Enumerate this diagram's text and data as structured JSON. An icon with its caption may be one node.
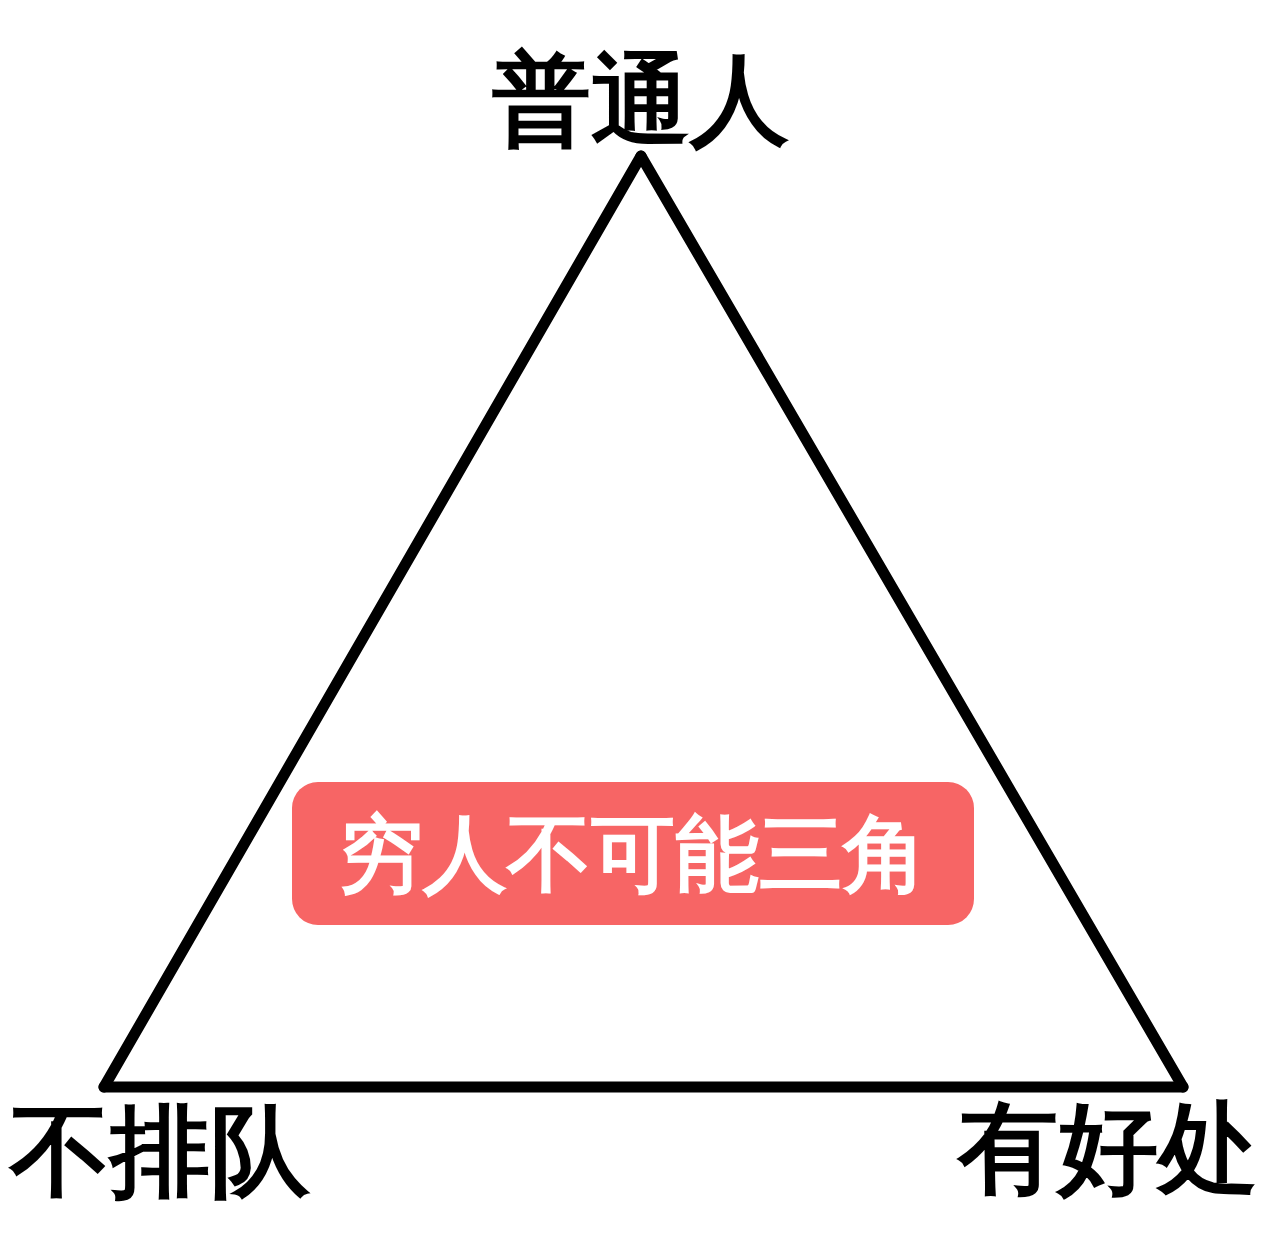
{
  "diagram": {
    "nodes": [
      {
        "text": [
          "普通人"
        ]
      },
      {
        "text": [
          "不排队"
        ]
      },
      {
        "text": [
          "有好处"
        ]
      },
      {
        "text": [
          "穷人不可能三角"
        ]
      }
    ],
    "edges": [
      {
        "from": 0,
        "to": 1,
        "arrow": "none"
      },
      {
        "from": 1,
        "to": 2,
        "arrow": "none"
      },
      {
        "from": 2,
        "to": 0,
        "arrow": "none"
      }
    ]
  }
}
